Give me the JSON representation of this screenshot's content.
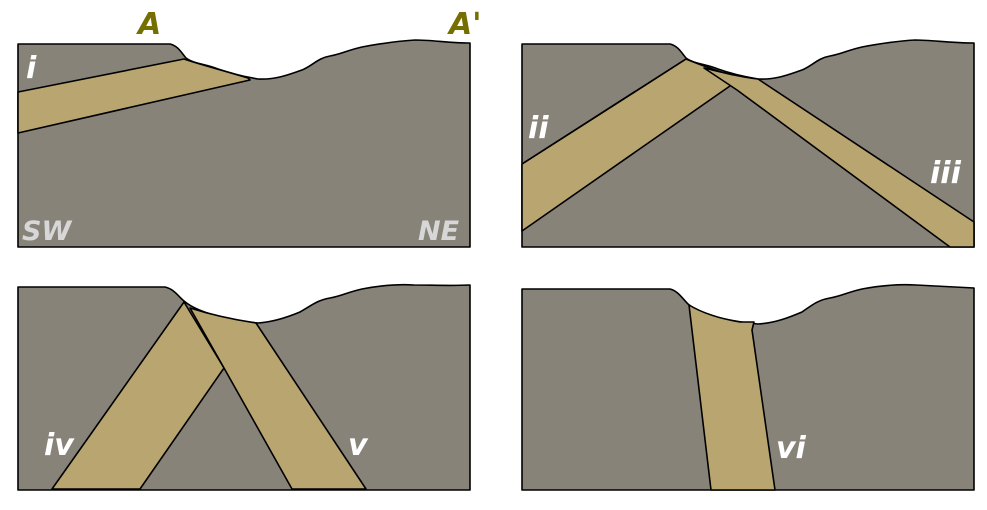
{
  "section_line": {
    "start": "A",
    "end": "A'"
  },
  "orientation": {
    "left": "SW",
    "right": "NE"
  },
  "panels": [
    {
      "labels": [
        "i"
      ]
    },
    {
      "labels": [
        "ii",
        "iii"
      ]
    },
    {
      "labels": [
        "iv",
        "v"
      ]
    },
    {
      "labels": [
        "vi"
      ]
    }
  ],
  "colors": {
    "ground": "#878379",
    "layer": "#b9a570",
    "point_label": "#756f00",
    "direction_label": "#d7d7d7"
  }
}
